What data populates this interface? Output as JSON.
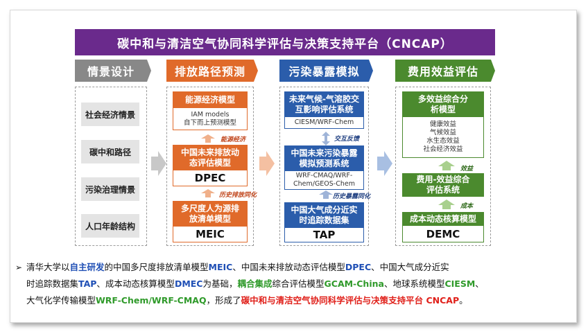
{
  "title": "碳中和与清洁空气协同科学评估与决策支持平台（CNCAP）",
  "colors": {
    "banner": "#6a2a8c",
    "gray": "#888888",
    "orange": "#e06a2a",
    "blue": "#2b5dab",
    "green": "#4b8a2e"
  },
  "columns": {
    "scenario": {
      "header": "情景设计",
      "items": [
        "社会经济情景",
        "碳中和路径",
        "污染治理情景",
        "人口年龄结构"
      ]
    },
    "emission": {
      "header": "排放路径预测",
      "energy": {
        "title": "能源经济模型",
        "line1": "IAM models",
        "line2": "自下而上预测模型"
      },
      "label_energy": "能源经济",
      "dpec": {
        "title": "中国未来排放动态评估模型",
        "abbr": "DPEC"
      },
      "label_history": "历史排放同化",
      "meic": {
        "title": "多尺度人为源排放清单模型",
        "abbr": "MEIC"
      }
    },
    "exposure": {
      "header": "污染暴露模拟",
      "climate": {
        "title": "未来气候-气溶胶交互影响评估系统",
        "body": "CIESM/WRF-Chem"
      },
      "label_feedback": "交互反馈",
      "system": {
        "title": "中国未来污染暴露模拟预测系统",
        "body": "WRF-CMAQ/WRF-Chem/GEOS-Chem"
      },
      "label_history": "历史暴露同化",
      "tap": {
        "title": "中国大气成分近实时追踪数据集",
        "abbr": "TAP"
      }
    },
    "benefit": {
      "header": "费用效益评估",
      "multi": {
        "title": "多效益综合分析模型",
        "lines": [
          "健康效益",
          "气候效益",
          "水生态效益",
          "社会经济效益"
        ]
      },
      "label_benefit": "效益",
      "cost_benefit": {
        "title": "费用-效益综合评估系统"
      },
      "label_cost": "成本",
      "demc": {
        "title": "成本动态核算模型",
        "abbr": "DEMC"
      }
    }
  },
  "caption": {
    "bullet": "➢",
    "l1_a": "清华大学以",
    "l1_b": "自主研发",
    "l1_c": "的中国多尺度排放清单模型",
    "l1_d": "MEIC",
    "l1_e": "、中国未来排放动态评估模型",
    "l1_f": "DPEC",
    "l1_g": "、中国大气成分近实",
    "l2_a": "时追踪数据集",
    "l2_b": "TAP",
    "l2_c": "、成本动态核算模型",
    "l2_d": "DMEC",
    "l2_e": "为基础，",
    "l2_f": "耦合集成",
    "l2_g": "综合评估模型",
    "l2_h": "GCAM-China",
    "l2_i": "、地球系统模型",
    "l2_j": "CIESM",
    "l2_k": "、",
    "l3_a": "大气化学传输模型",
    "l3_b": "WRF-Chem/WRF-CMAQ",
    "l3_c": "，形成了",
    "l3_d": "碳中和与清洁空气协同科学评估与决策支持平台 CNCAP",
    "l3_e": "。"
  }
}
